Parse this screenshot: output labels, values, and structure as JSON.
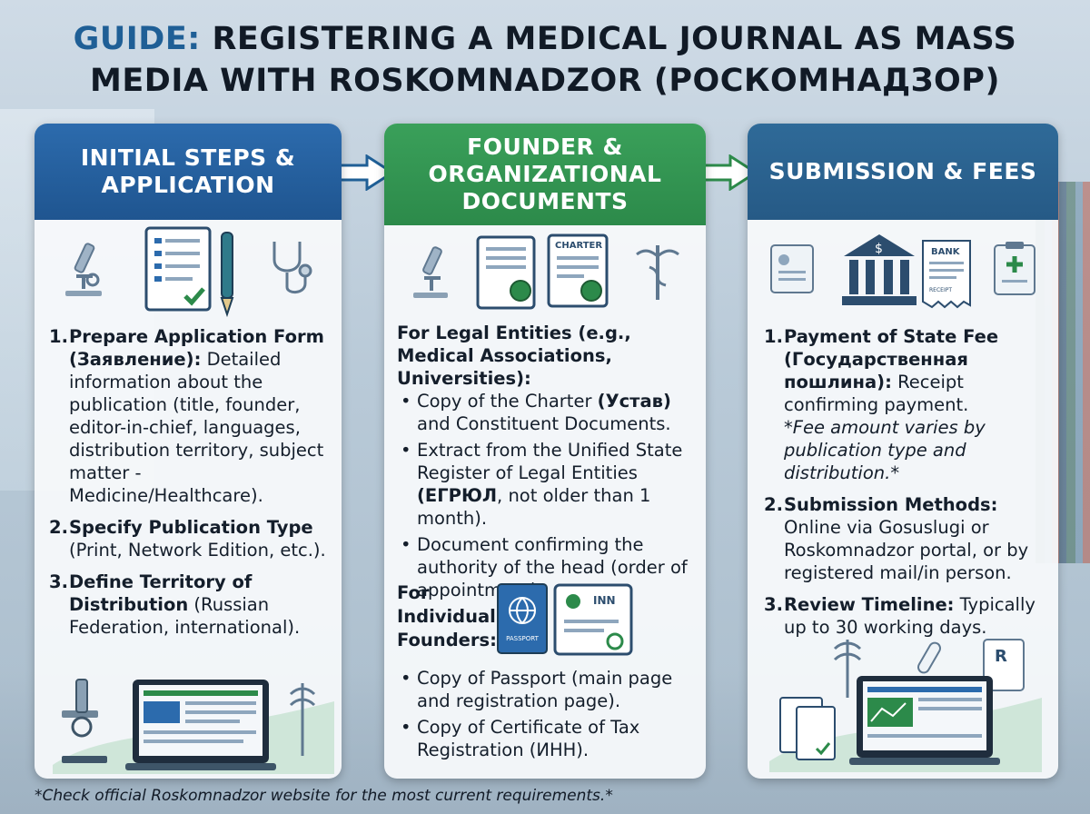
{
  "title": {
    "accent": "GUIDE:",
    "line1_rest": "REGISTERING A MEDICAL JOURNAL AS MASS",
    "line2": "MEDIA WITH ROSKOMNADZOR (РОСКОМНАДЗОР)"
  },
  "colors": {
    "blue": "#1f5f96",
    "green": "#2c8a4a",
    "teal": "#265a86"
  },
  "panel1": {
    "heading": "INITIAL STEPS & APPLICATION",
    "icons": [
      "microscope-icon",
      "checklist-form-icon",
      "pen-icon",
      "stethoscope-icon",
      "laptop-icon",
      "caduceus-icon"
    ],
    "items": [
      {
        "num": "1.",
        "bold": "Prepare Application Form (Заявление):",
        "text": " Detailed information about the publication (title, founder, editor-in-chief, languages, distribution territory, subject matter - Medicine/Healthcare)."
      },
      {
        "num": "2.",
        "bold": "Specify Publication Type",
        "text": " (Print, Network Edition, etc.)."
      },
      {
        "num": "3.",
        "bold": "Define Territory of Distribution",
        "text": " (Russian Federation, international)."
      }
    ]
  },
  "panel2": {
    "heading": "FOUNDER & ORGANIZATIONAL DOCUMENTS",
    "charter_icon_label": "CHARTER",
    "legal_heading": "For Legal Entities (e.g., Medical Associations, Universities):",
    "legal_items": [
      {
        "pre": "Copy of the Charter ",
        "bold": "(Устав)",
        "post": " and Constituent Documents."
      },
      {
        "pre": "Extract from the Unified State Register of Legal Entities ",
        "bold": "(ЕГРЮЛ",
        "post": ", not older than 1 month)."
      },
      {
        "pre": "Document confirming the authority of the head (order of appointment).",
        "bold": "",
        "post": ""
      }
    ],
    "individual_heading": "For Individual Founders:",
    "passport_label": "PASSPORT",
    "inn_label": "INN",
    "individual_items": [
      "Copy of Passport (main page and registration page).",
      "Copy of Certificate of Tax Registration (ИНН)."
    ]
  },
  "panel3": {
    "heading": "SUBMISSION & FEES",
    "bank_label": "BANK",
    "receipt_label": "RECEIPT",
    "items": [
      {
        "num": "1.",
        "bold": "Payment of State Fee (Государственная пошлина):",
        "text": " Receipt confirming payment.",
        "note": "*Fee amount varies by publication type and distribution.*"
      },
      {
        "num": "2.",
        "bold": "Submission Methods:",
        "text": " Online via Gosuslugi or Roskomnadzor portal, or by registered mail/in person.",
        "note": ""
      },
      {
        "num": "3.",
        "bold": "Review Timeline:",
        "text": " Typically up to 30 working days.",
        "note": ""
      }
    ]
  },
  "footer": "*Check official Roskomnadzor website for the most current requirements.*"
}
